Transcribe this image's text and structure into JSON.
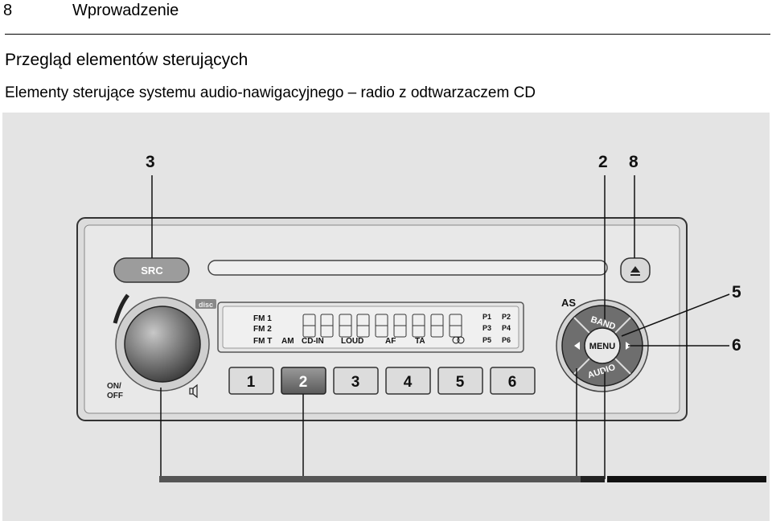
{
  "header": {
    "page_number": "8",
    "section": "Wprowadzenie"
  },
  "heading": "Przegląd elementów sterujących",
  "subheading": "Elementy sterujące systemu audio-nawigacyjnego – radio z odtwarzaczem CD",
  "figure": {
    "callouts": [
      "3",
      "2",
      "8",
      "5",
      "6"
    ],
    "src_label": "SRC",
    "as_label": "AS",
    "band_label": "BAND",
    "menu_label": "MENU",
    "audio_label": "AUDIO",
    "on_off_label": [
      "ON/",
      "OFF"
    ],
    "display_left": [
      "FM 1",
      "FM 2",
      "FM T"
    ],
    "display_status": [
      "AM",
      "CD-IN",
      "LOUD",
      "AF",
      "TA"
    ],
    "display_presets": [
      "P1",
      "P2",
      "P3",
      "P4",
      "P5",
      "P6"
    ],
    "preset_buttons": [
      "1",
      "2",
      "3",
      "4",
      "5",
      "6"
    ],
    "selected_preset": "2",
    "disc_logo": "disc",
    "icons": [
      "eject-icon",
      "volume-icon",
      "left-arrow-icon",
      "right-arrow-icon",
      "stereo-icon"
    ]
  }
}
